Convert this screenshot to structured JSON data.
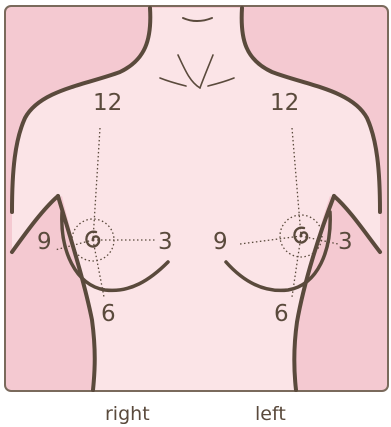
{
  "diagram": {
    "colors": {
      "background": "#f4c9d1",
      "skin": "#fbe4e7",
      "outline": "#5a4a3c",
      "border": "#7a6a5c"
    },
    "right_breast": {
      "label": "right",
      "clock": {
        "twelve": "12",
        "three": "3",
        "six": "6",
        "nine": "9"
      }
    },
    "left_breast": {
      "label": "left",
      "clock": {
        "twelve": "12",
        "three": "3",
        "six": "6",
        "nine": "9"
      }
    }
  }
}
